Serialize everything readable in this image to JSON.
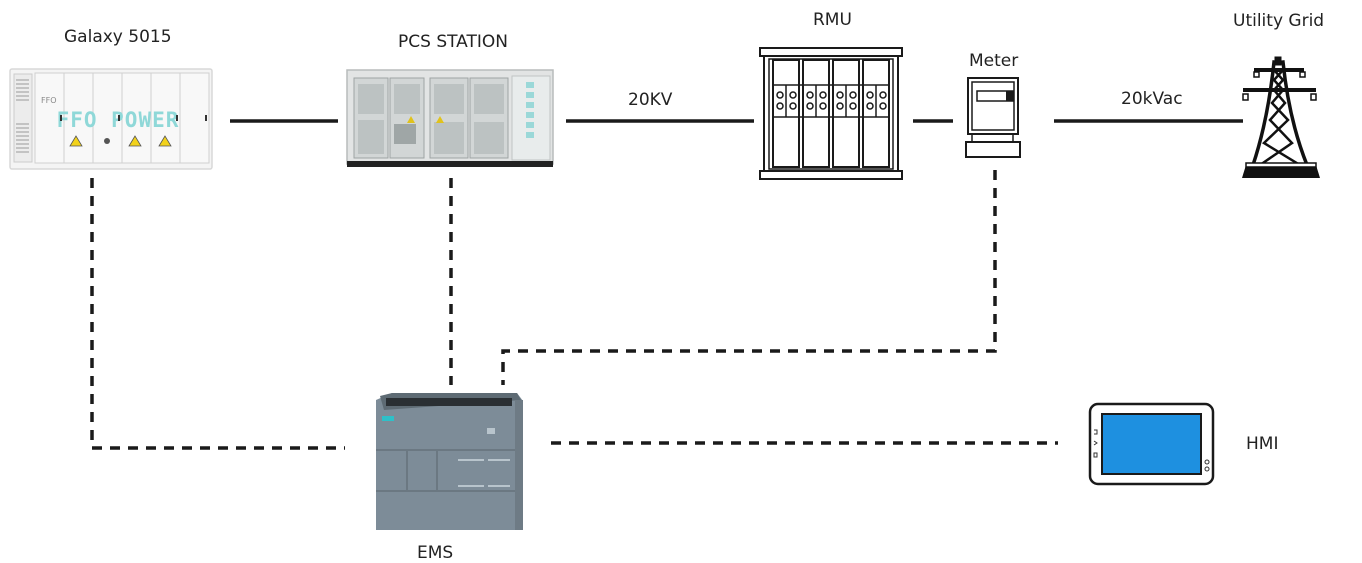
{
  "diagram": {
    "nodes": {
      "battery": {
        "label": "Galaxy 5015",
        "brand_text": "FFO POWER",
        "badge": "FFO"
      },
      "pcs": {
        "label": "PCS STATION"
      },
      "rmu": {
        "label": "RMU"
      },
      "meter": {
        "label": "Meter"
      },
      "grid": {
        "label": "Utility Grid"
      },
      "ems": {
        "label": "EMS"
      },
      "hmi": {
        "label": "HMI"
      }
    },
    "links": [
      {
        "from": "battery",
        "to": "pcs",
        "style": "solid",
        "label": ""
      },
      {
        "from": "pcs",
        "to": "rmu",
        "style": "solid",
        "label": "20KV"
      },
      {
        "from": "rmu",
        "to": "meter",
        "style": "solid",
        "label": ""
      },
      {
        "from": "meter",
        "to": "grid",
        "style": "solid",
        "label": "20kVac"
      },
      {
        "from": "battery",
        "to": "ems",
        "style": "dashed",
        "label": ""
      },
      {
        "from": "pcs",
        "to": "ems",
        "style": "dashed",
        "label": ""
      },
      {
        "from": "meter",
        "to": "ems",
        "style": "dashed",
        "label": ""
      },
      {
        "from": "ems",
        "to": "hmi",
        "style": "dashed",
        "label": ""
      }
    ],
    "colors": {
      "line": "#1a1a1a",
      "hmi_screen": "#1e90e0",
      "ems_body": "#7d8c98",
      "brand_text": "#8fd8d8"
    }
  }
}
